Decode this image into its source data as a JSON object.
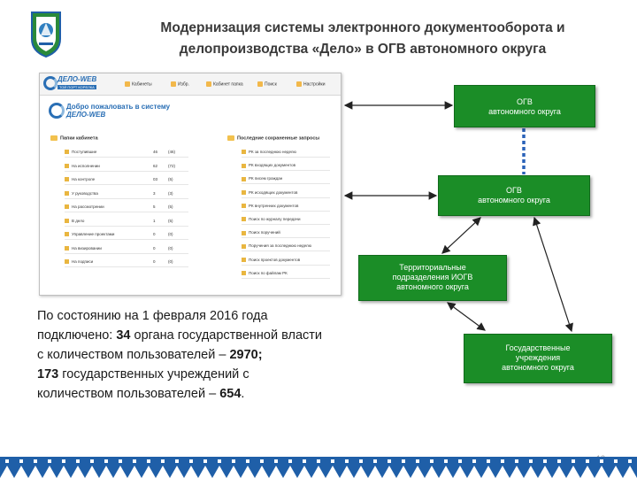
{
  "title_line1": "Модернизация системы электронного документооборота и",
  "title_line2": "делопроизводства «Дело» в ОГВ автономного округа",
  "screenshot": {
    "logo": "ДЕЛО-WEB",
    "logo_sub": "ТОЙ ПОРТ КОРЕЛКА",
    "menu": [
      "Кабинеты",
      "Избр.",
      "Кабинет папка",
      "Поиск",
      "Настройки"
    ],
    "welcome_line1": "Добро пожаловать в систему",
    "welcome_line2": "ДЕЛО-WEB",
    "left_header": "Папки кабинета",
    "right_header": "Последние сохраненные запросы",
    "folders": [
      {
        "label": "Поступившие",
        "n1": "46",
        "n2": "(46)"
      },
      {
        "label": "На исполнении",
        "n1": "62",
        "n2": "(72)"
      },
      {
        "label": "На контроле",
        "n1": "03",
        "n2": "(5)"
      },
      {
        "label": "У руководства",
        "n1": "3",
        "n2": "(3)"
      },
      {
        "label": "На рассмотрении",
        "n1": "5",
        "n2": "(5)"
      },
      {
        "label": "В дело",
        "n1": "1",
        "n2": "(5)"
      },
      {
        "label": "Управление проектами",
        "n1": "0",
        "n2": "(0)"
      },
      {
        "label": "На визировании",
        "n1": "0",
        "n2": "(0)"
      },
      {
        "label": "На подписи",
        "n1": "0",
        "n2": "(0)"
      }
    ],
    "queries": [
      "РК за последнюю неделю",
      "РК входящих документов",
      "РК писем граждан",
      "РК исходящих документов",
      "РК внутренних документов",
      "Поиск по журналу передачи",
      "Поиск поручений",
      "Поручения за последнюю неделю",
      "Поиск проектов документов",
      "Поиск по файлам РК"
    ]
  },
  "boxes": {
    "ogv_top": [
      "ОГВ",
      "автономного округа"
    ],
    "ogv_mid": [
      "ОГВ",
      "автономного округа"
    ],
    "territorial": [
      "Территориальные",
      "подразделения ИОГВ",
      "автономного округа"
    ],
    "institutions": [
      "Государственные",
      "учреждения",
      "автономного округа"
    ]
  },
  "stats": {
    "line1": "По состоянию на 1 февраля 2016 года",
    "line2_prefix": "подключено: ",
    "line2_bold": "34",
    "line2_suffix": " органа государственной власти",
    "line3_prefix": "с количеством пользователей – ",
    "line3_bold": "2970;",
    "line4_bold": "173",
    "line4_suffix": " государственных учреждений с",
    "line5_prefix": "количеством пользователей – ",
    "line5_bold": "654",
    "line5_suffix": "."
  },
  "page_number": "13",
  "colors": {
    "box_green": "#1b8d27",
    "connector_blue": "#2a62b8",
    "ornament_blue": "#1f5fa8"
  }
}
